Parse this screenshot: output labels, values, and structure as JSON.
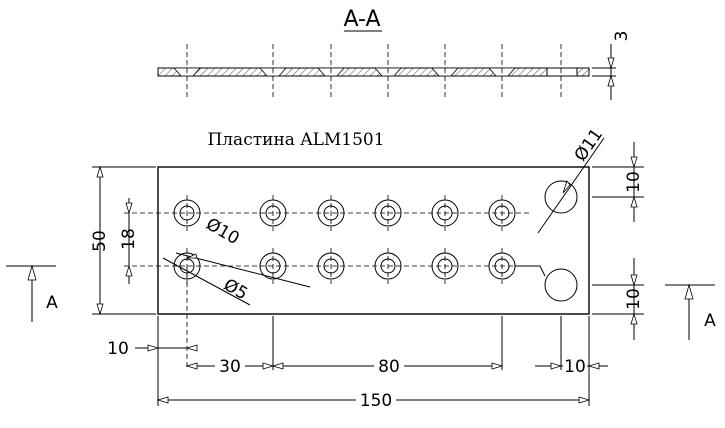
{
  "section_label": "A-A",
  "title": "Пластина ALM1501",
  "section_marker": "A",
  "dimensions": {
    "thickness": "3",
    "width": "50",
    "row_spacing": "18",
    "edge_top": "10",
    "edge_bottom": "10",
    "edge_left": "10",
    "pitch_first": "30",
    "span_middle": "80",
    "edge_right": "10",
    "length": "150",
    "dia_large": "Ø11",
    "dia_counterbore": "Ø10",
    "dia_hole": "Ø5"
  }
}
